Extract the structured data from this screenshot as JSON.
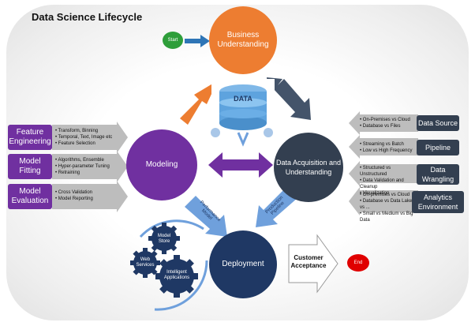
{
  "title": "Data Science Lifecycle",
  "start": "Start",
  "end": "End",
  "business": "Business Understanding",
  "modeling": "Modeling",
  "acquisition": "Data Acquisition and Understanding",
  "deployment": "Deployment",
  "customer_acceptance": "Customer Acceptance",
  "arrow_performance": "Performance Model",
  "arrow_production": "Production Pipeline",
  "data_icon": "DATA",
  "left_boxes": [
    {
      "label": "Feature Engineering",
      "items": [
        "Transform, Binning",
        "Temporal, Text, Image etc",
        "Feature Selection"
      ]
    },
    {
      "label": "Model Fitting",
      "items": [
        "Algorithms, Ensemble",
        "Hyper-parameter Tuning",
        "Retraining"
      ]
    },
    {
      "label": "Model Evaluation",
      "items": [
        "Cross Validation",
        "Model Reporting"
      ]
    }
  ],
  "right_boxes": [
    {
      "label": "Data Source",
      "items": [
        "On-Premises vs Cloud",
        "Database vs Files"
      ]
    },
    {
      "label": "Pipeline",
      "items": [
        "Streaming vs Batch",
        "Low vs High Frequency"
      ]
    },
    {
      "label": "Data Wrangling",
      "items": [
        "Structured vs Unstructured",
        "Data Validation and Cleanup",
        "Visualization"
      ]
    },
    {
      "label": "Analytics Environment",
      "items": [
        "On-premises vs Cloud",
        "Database vs Data Lake vs ...",
        "Small vs Medium vs Big Data"
      ]
    }
  ],
  "gears": [
    "Model Store",
    "Web Services",
    "Intelligent Applications"
  ],
  "colors": {
    "orange": "#ED7D31",
    "purple": "#7030A0",
    "navy": "#1F3864",
    "slate": "#333F50",
    "green": "#2E9E3A",
    "red": "#E00000",
    "blue_arrow": "#6FA0DC",
    "dark_arrow": "#44546A",
    "gray_arrow": "#BDBDBD"
  }
}
